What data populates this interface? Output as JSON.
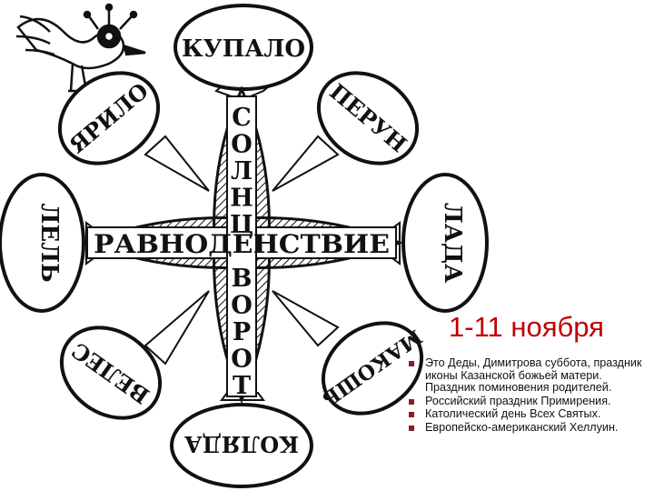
{
  "diagram": {
    "center_horizontal": "РАВНОДЕНСТВИЕ",
    "center_vertical": [
      "С",
      "О",
      "Л",
      "Н",
      "Ц",
      "Е",
      "В",
      "О",
      "Р",
      "О",
      "Т"
    ],
    "petals": {
      "top": "КУПАЛО",
      "top_right": "ПЕРУН",
      "right": "ЛАДА",
      "bottom_right": "МАКОШЬ",
      "bottom": "КОЛЯДА",
      "bottom_left": "ВЕЛЕС",
      "left": "ЛЕЛЬ",
      "top_left": "ЯРИЛО"
    },
    "colors": {
      "ink": "#111111",
      "paper": "#ffffff"
    }
  },
  "info": {
    "title": "1-11 ноября",
    "title_color": "#c00000",
    "bullet_color": "#8b1d2b",
    "items": [
      "Это Деды, Димитрова суббота, праздник иконы Казанской божьей матери. Праздник поминовения родителей.",
      "Российский праздник Примирения.",
      "Католический день Всех Святых.",
      "Европейско-американский Хеллуин."
    ]
  }
}
